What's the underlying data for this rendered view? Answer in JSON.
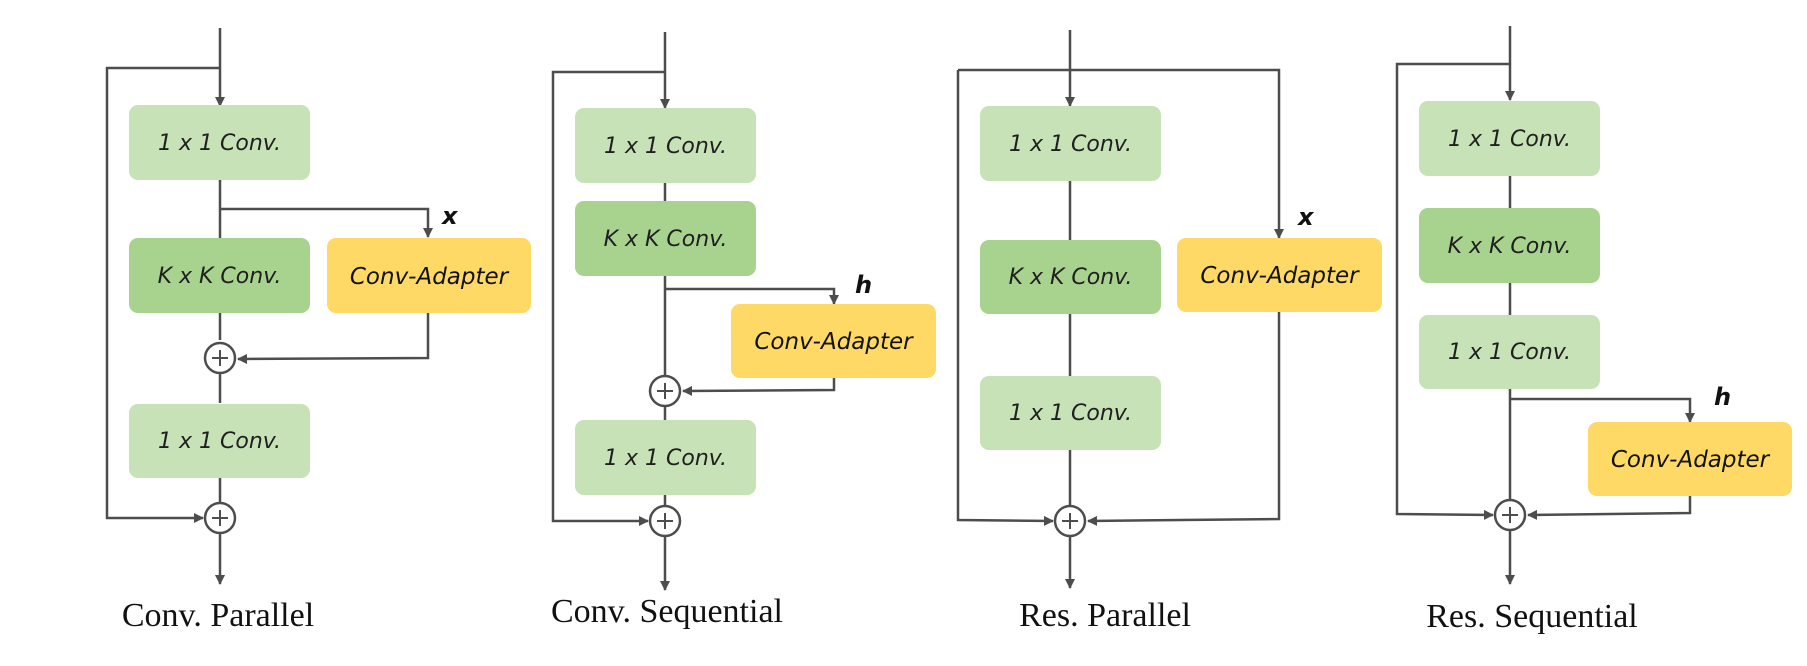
{
  "colors": {
    "conv_light": "#c6e2b6",
    "conv_dark": "#a8d38f",
    "adapter": "#fed966",
    "line": "#4d4d4d"
  },
  "panels": [
    {
      "caption": "Conv. Parallel",
      "boxes": [
        "1 x 1 Conv.",
        "K x K Conv.",
        "1 x 1 Conv."
      ],
      "adapter": "Conv-Adapter",
      "adapter_input": "x"
    },
    {
      "caption": "Conv. Sequential",
      "boxes": [
        "1 x 1 Conv.",
        "K x K Conv.",
        "1 x 1 Conv."
      ],
      "adapter": "Conv-Adapter",
      "adapter_input": "h"
    },
    {
      "caption": "Res. Parallel",
      "boxes": [
        "1 x 1 Conv.",
        "K x K Conv.",
        "1 x 1 Conv."
      ],
      "adapter": "Conv-Adapter",
      "adapter_input": "x"
    },
    {
      "caption": "Res. Sequential",
      "boxes": [
        "1 x 1 Conv.",
        "K x K Conv.",
        "1 x 1 Conv."
      ],
      "adapter": "Conv-Adapter",
      "adapter_input": "h"
    }
  ]
}
